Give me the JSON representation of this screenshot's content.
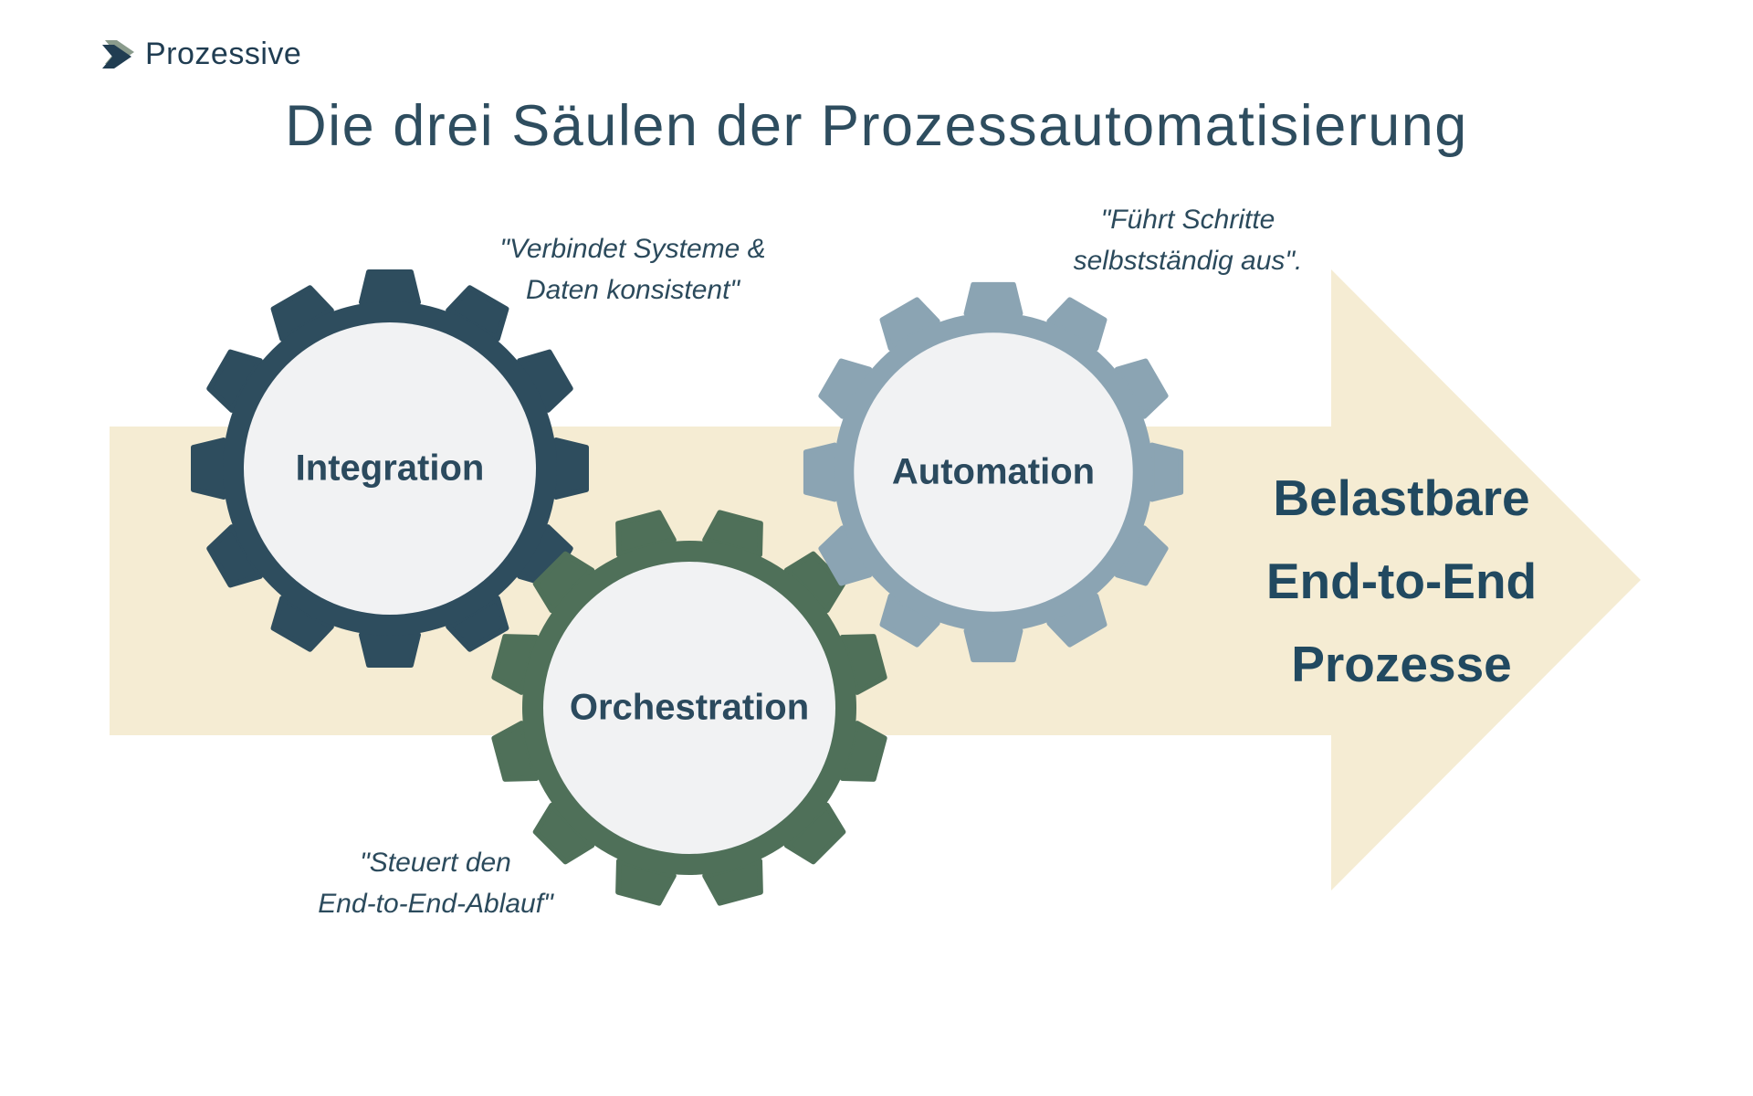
{
  "logo": {
    "text": "Prozessive",
    "icon": "chevron-right-icon"
  },
  "title": "Die drei Säulen der Prozessautomatisierung",
  "pillars": [
    {
      "label": "Integration",
      "gear_color": "#2E4D5E",
      "quote_line1": "\"Verbindet Systeme &",
      "quote_line2": "Daten konsistent\""
    },
    {
      "label": "Orchestration",
      "gear_color": "#4F7059",
      "quote_line1": "\"Steuert den",
      "quote_line2": "End-to-End-Ablauf\""
    },
    {
      "label": "Automation",
      "gear_color": "#8BA4B3",
      "quote_line1": "\"Führt Schritte",
      "quote_line2": "selbstständig aus\"."
    }
  ],
  "arrow": {
    "fill_color": "#F5ECD3",
    "label_line1": "Belastbare",
    "label_line2": "End-to-End",
    "label_line3": "Prozesse"
  },
  "colors": {
    "background": "#FFFFFF",
    "text_dark": "#2B4A5E",
    "title_color": "#2E4D5F",
    "arrow_text": "#214960",
    "logo_navy": "#203D52",
    "logo_sage": "#8A9B8C",
    "gear_inner": "#F1F2F3"
  }
}
